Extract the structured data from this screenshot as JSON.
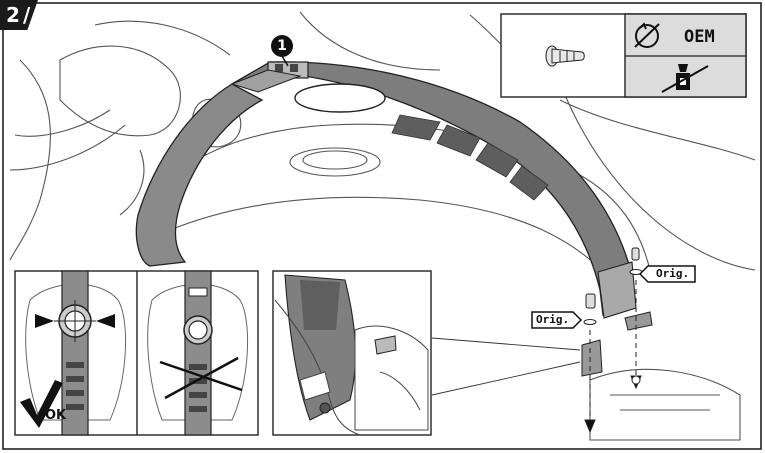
{
  "step": {
    "number": "2"
  },
  "callout": {
    "number": "1"
  },
  "spec_box": {
    "oem_label": "OEM"
  },
  "labels": {
    "orig_right": "Orig.",
    "orig_left": "Orig."
  },
  "inset_left": {
    "ok_label": "OK"
  },
  "icons": [
    "bolt-icon",
    "no-torque-icon",
    "no-threadlocker-icon",
    "checkmark-icon",
    "cross-out-icon"
  ]
}
